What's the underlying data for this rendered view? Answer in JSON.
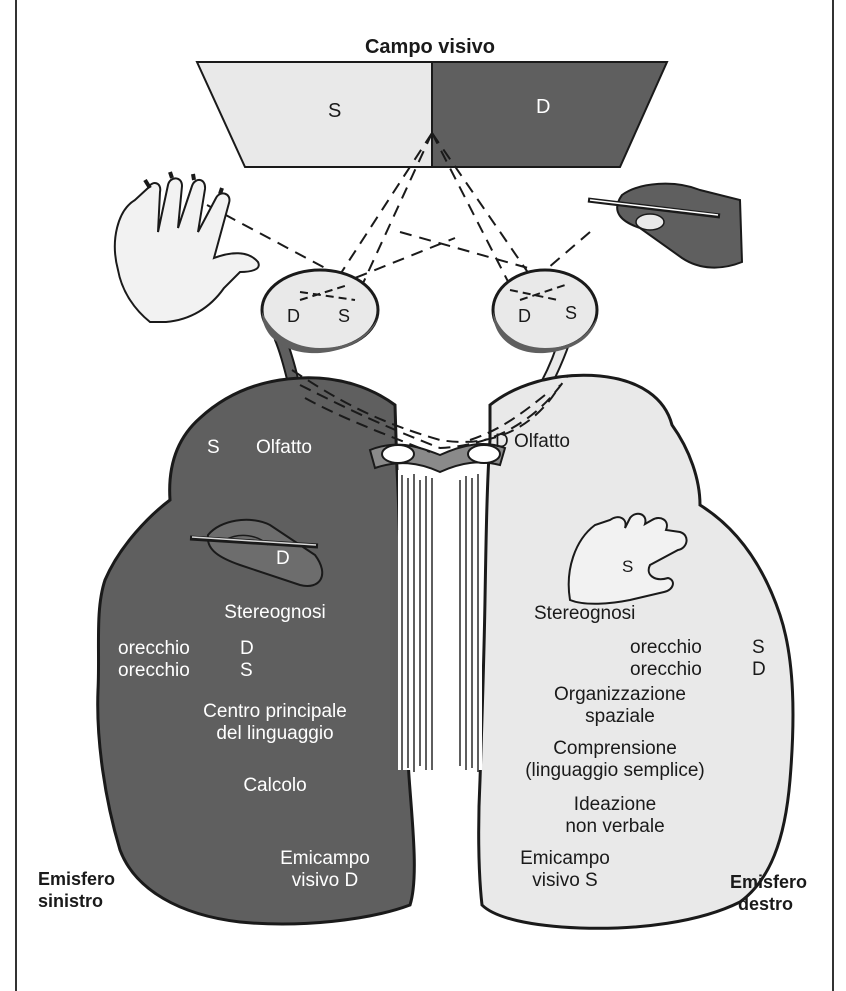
{
  "title": "Campo visivo",
  "field": {
    "left": "S",
    "right": "D"
  },
  "eyes": {
    "left": {
      "a": "D",
      "b": "S"
    },
    "right": {
      "a": "D",
      "b": "S"
    }
  },
  "left_hemisphere": {
    "name_line1": "Emisfero",
    "name_line2": "sinistro",
    "olfaction_side": "S",
    "olfaction": "Olfatto",
    "hand_label": "D",
    "stereognosis": "Stereognosi",
    "ear1": "orecchio",
    "ear1_side": "D",
    "ear2": "orecchio",
    "ear2_side": "S",
    "language_1": "Centro principale",
    "language_2": "del linguaggio",
    "calc": "Calcolo",
    "visual_1": "Emicampo",
    "visual_2": "visivo D"
  },
  "right_hemisphere": {
    "name_line1": "Emisfero",
    "name_line2": "destro",
    "olfaction": "D Olfatto",
    "hand_label": "S",
    "stereognosis": "Stereognosi",
    "ear1": "orecchio",
    "ear1_side": "S",
    "ear2": "orecchio",
    "ear2_side": "D",
    "spatial_1": "Organizzazione",
    "spatial_2": "spaziale",
    "comp_1": "Comprensione",
    "comp_2": "(linguaggio semplice)",
    "idea_1": "Ideazione",
    "idea_2": "non verbale",
    "visual_1": "Emicampo",
    "visual_2": "visivo S"
  },
  "colors": {
    "dark": "#5f5f5f",
    "light": "#e9e9e9",
    "ink": "#1a1a1a"
  }
}
